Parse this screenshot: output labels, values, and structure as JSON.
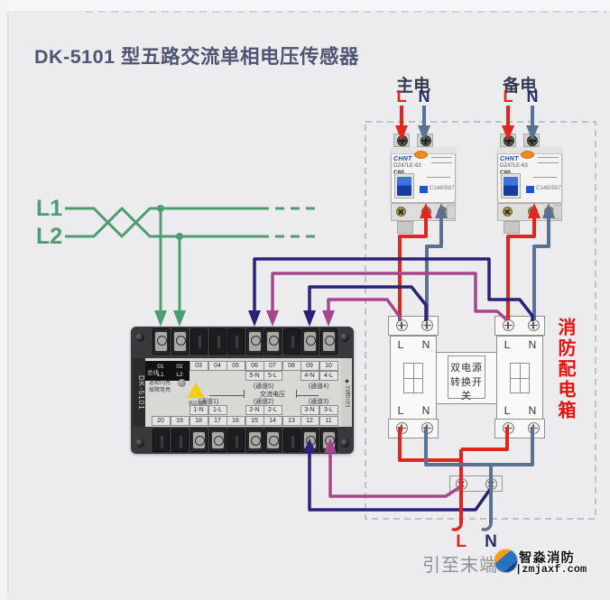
{
  "colors": {
    "wire-red": "#e2251f",
    "wire-blue": "#5a7193",
    "wire-navy": "#2b2178",
    "wire-magenta": "#a6478d",
    "wire-green": "#4e9d71",
    "accent-red": "#e8100c"
  },
  "title": "DK-5101 型五路交流单相电压传感器",
  "left_lines": {
    "l1": "L1",
    "l2": "L2"
  },
  "main_supply": {
    "label": "主电",
    "l": "L",
    "n": "N"
  },
  "backup_supply": {
    "label": "备电",
    "l": "L",
    "n": "N"
  },
  "breaker": {
    "brand": "CHNT",
    "model": "DZ47LE-63",
    "rating": "C60",
    "code": "C1460587"
  },
  "dk": {
    "model": "DK-5101",
    "bus_label": "总线",
    "bus_terminals": [
      {
        "num": "01",
        "sub": "L1"
      },
      {
        "num": "02",
        "sub": "L2"
      }
    ],
    "top_cells": [
      {
        "num": "03",
        "sub": ""
      },
      {
        "num": "04",
        "sub": ""
      },
      {
        "num": "05",
        "sub": ""
      },
      {
        "num": "06",
        "sub": "5-N"
      },
      {
        "num": "07",
        "sub": "5-L"
      },
      {
        "num": "08",
        "sub": ""
      },
      {
        "num": "09",
        "sub": "4-N"
      },
      {
        "num": "10",
        "sub": "4-L"
      }
    ],
    "channel1": "(通道1)",
    "channel2": "(通道2)",
    "channel3": "(通道3)",
    "channel4": "(通道4)",
    "channel5": "(通道5)",
    "led1": "巡检闪亮",
    "led2": "故障常亮",
    "warning_mark": "⚡",
    "warning": "高压危险",
    "ac_label": "交流电压",
    "ch1_cells": [
      "1-N",
      "1-L"
    ],
    "ch2_cells": [
      "2-N",
      "2-L"
    ],
    "ch3_cells": [
      "3-N",
      "3-L"
    ],
    "bottom_numbers": [
      "20",
      "19",
      "18",
      "17",
      "16",
      "15",
      "14",
      "13",
      "12",
      "11"
    ],
    "brand": "◆ 泛海三江"
  },
  "switch": {
    "line1": "双电源",
    "line2": "转换开关",
    "l": "L",
    "n": "N"
  },
  "firebox_label": "消防配电箱",
  "output": {
    "label": "引至末端",
    "l": "L",
    "n": "N"
  },
  "watermark": {
    "name": "智淼消防",
    "site": "|zmjaxf.com"
  }
}
